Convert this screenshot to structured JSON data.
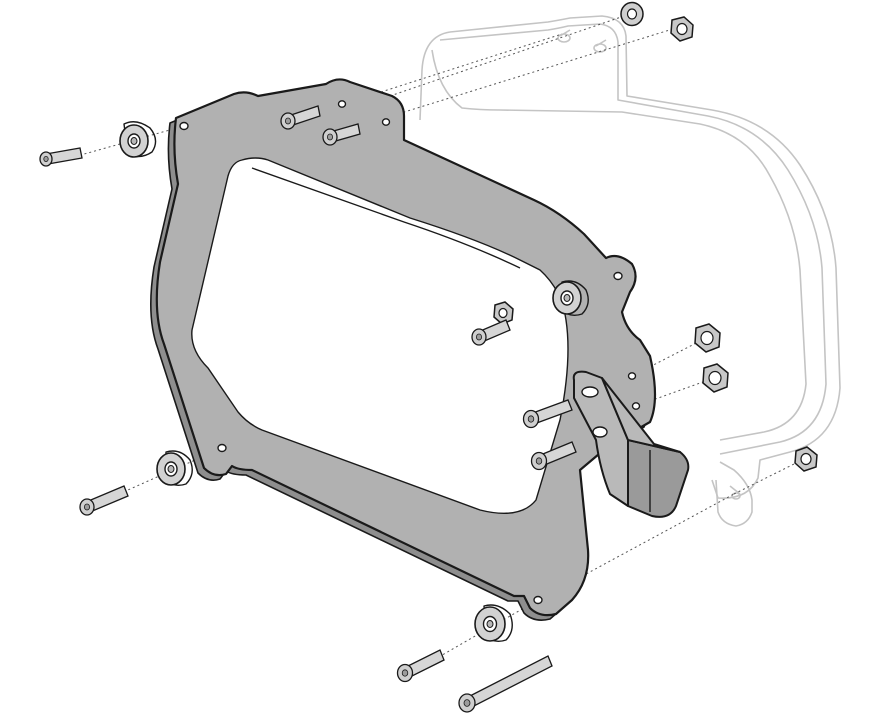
{
  "diagram": {
    "colors": {
      "plate_fill": "#b1b1b1",
      "plate_edge": "#8e8e8e",
      "hardware_fill": "#d2d2d2",
      "hardware_dark": "#9c9c9c",
      "outline": "#1a1a1a",
      "ghost_outline": "#c4c4c4",
      "leader_line": "#555555",
      "background": "#ffffff"
    },
    "components": [
      {
        "id": "ghost-case-carrier",
        "kind": "ghost-outline"
      },
      {
        "id": "carrier-plate",
        "kind": "plate"
      },
      {
        "id": "mounting-bracket",
        "kind": "bracket"
      },
      {
        "id": "bolts",
        "kind": "bolt",
        "count": 9
      },
      {
        "id": "spacers",
        "kind": "spacer",
        "count": 4
      },
      {
        "id": "washers",
        "kind": "washer",
        "count": 1
      },
      {
        "id": "nuts",
        "kind": "nut",
        "count": 5
      }
    ]
  }
}
